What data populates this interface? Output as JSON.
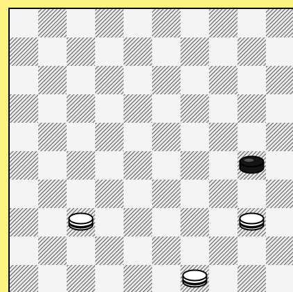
{
  "game": {
    "board_size": 10,
    "colors": {
      "frame": "#fdf383",
      "light_square": "#f4f4f4",
      "dark_hatch_line": "#333333",
      "dark_square_base": "#eaeaea",
      "white_piece_fill": "#ffffff",
      "black_piece_fill": "#141414",
      "outline": "#000000"
    },
    "pieces": [
      {
        "color": "black",
        "row": 5,
        "col": 8
      },
      {
        "color": "white",
        "row": 7,
        "col": 2
      },
      {
        "color": "white",
        "row": 7,
        "col": 8
      },
      {
        "color": "white",
        "row": 9,
        "col": 6
      }
    ]
  }
}
